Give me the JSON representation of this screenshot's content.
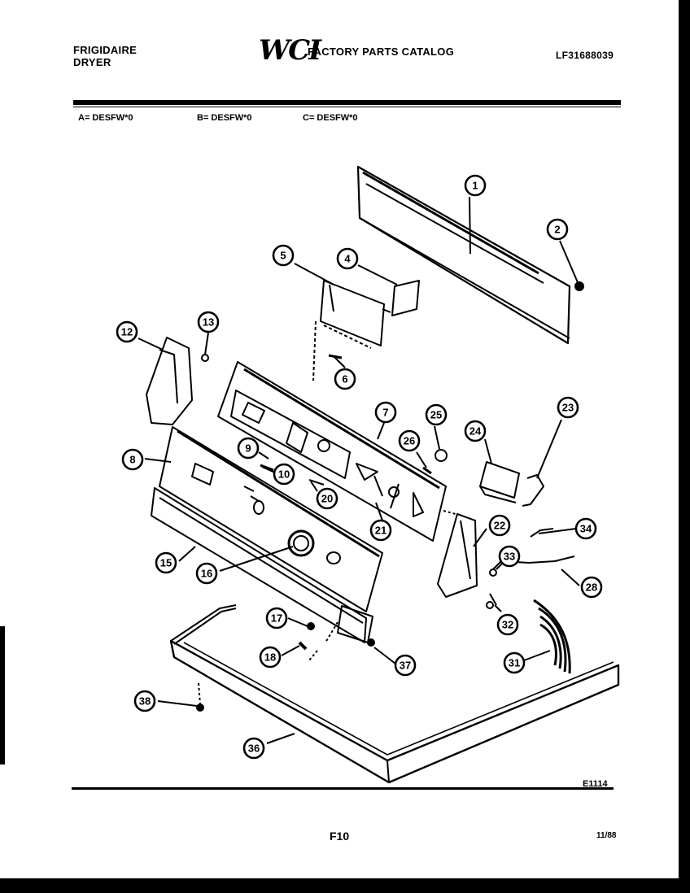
{
  "header": {
    "brand_line1": "FRIGIDAIRE",
    "brand_line2": "DRYER",
    "logo_text": "WCI",
    "catalog_title": "FACTORY PARTS CATALOG",
    "document_number": "LF31688039"
  },
  "models": [
    {
      "label": "A= DESFW*0"
    },
    {
      "label": "B= DESFW*0"
    },
    {
      "label": "C= DESFW*0"
    }
  ],
  "footer": {
    "diagram_code": "E1114",
    "page_code": "F10",
    "date_code": "11/88"
  },
  "callouts": [
    "1",
    "2",
    "5",
    "4",
    "12",
    "13",
    "6",
    "7",
    "25",
    "26",
    "24",
    "23",
    "9",
    "8",
    "10",
    "20",
    "21",
    "22",
    "34",
    "15",
    "16",
    "33",
    "28",
    "32",
    "17",
    "18",
    "37",
    "31",
    "38",
    "36"
  ],
  "colors": {
    "ink": "#000000",
    "paper": "#ffffff"
  }
}
